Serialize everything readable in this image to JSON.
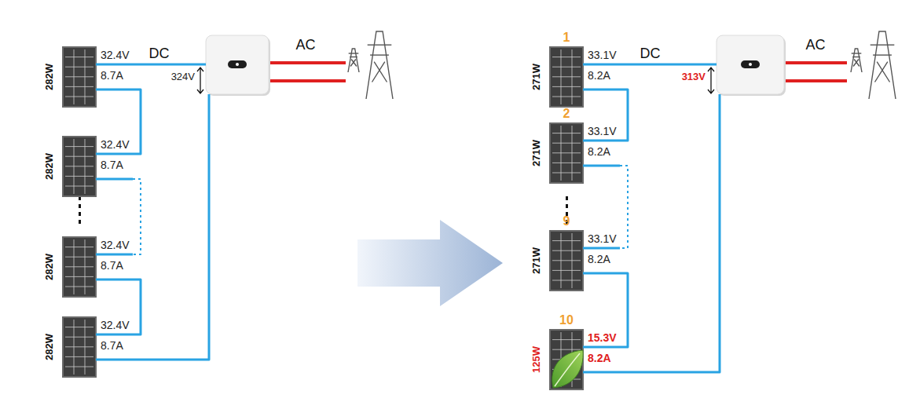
{
  "diagram": {
    "nodes": [
      {
        "text": [
          "282W",
          "32.4V",
          "8.7A"
        ]
      },
      {
        "text": [
          "282W",
          "32.4V",
          "8.7A"
        ]
      },
      {
        "text": [
          "282W",
          "32.4V",
          "8.7A"
        ]
      },
      {
        "text": [
          "282W",
          "32.4V",
          "8.7A"
        ]
      },
      {
        "text": [
          "324V"
        ]
      },
      {
        "text": [
          "1",
          "271W",
          "33.1V",
          "8.2A"
        ]
      },
      {
        "text": [
          "2",
          "271W",
          "33.1V",
          "8.2A"
        ]
      },
      {
        "text": [
          "9",
          "271W",
          "33.1V",
          "8.2A"
        ]
      },
      {
        "text": [
          "10",
          "125W",
          "15.3V",
          "8.2A"
        ]
      },
      {
        "text": [
          "313V"
        ]
      }
    ],
    "edges": [
      {
        "from": 0,
        "to": 1,
        "arrow": "none"
      },
      {
        "from": 1,
        "to": 2,
        "arrow": "none"
      },
      {
        "from": 2,
        "to": 3,
        "arrow": "none"
      },
      {
        "from": 0,
        "to": 4,
        "label": "DC",
        "arrow": "none"
      },
      {
        "from": 3,
        "to": 4,
        "arrow": "none"
      },
      {
        "from": 5,
        "to": 6,
        "arrow": "none"
      },
      {
        "from": 6,
        "to": 7,
        "arrow": "none"
      },
      {
        "from": 7,
        "to": 8,
        "arrow": "none"
      },
      {
        "from": 5,
        "to": 9,
        "label": "DC",
        "arrow": "none"
      },
      {
        "from": 8,
        "to": 9,
        "arrow": "none"
      }
    ],
    "labels": [
      "AC",
      "AC"
    ]
  }
}
